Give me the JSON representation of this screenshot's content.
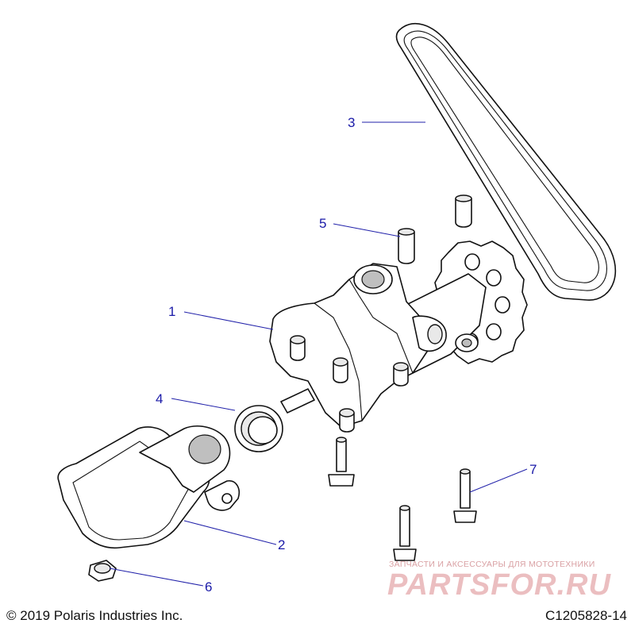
{
  "diagram": {
    "callouts": [
      {
        "id": "1",
        "label": "1"
      },
      {
        "id": "2",
        "label": "2"
      },
      {
        "id": "3",
        "label": "3"
      },
      {
        "id": "4",
        "label": "4"
      },
      {
        "id": "5",
        "label": "5"
      },
      {
        "id": "6",
        "label": "6"
      },
      {
        "id": "7",
        "label": "7"
      }
    ],
    "label_color": "#1a1aa8"
  },
  "footer": {
    "copyright": "© 2019 Polaris Industries Inc.",
    "figure_code": "C1205828-14"
  },
  "watermark": {
    "tagline": "ЗАПЧАСТИ И АКСЕССУАРЫ ДЛЯ МОТОТЕХНИКИ",
    "brand": "PARTSFOR.RU",
    "color": "#e5a9ab"
  }
}
